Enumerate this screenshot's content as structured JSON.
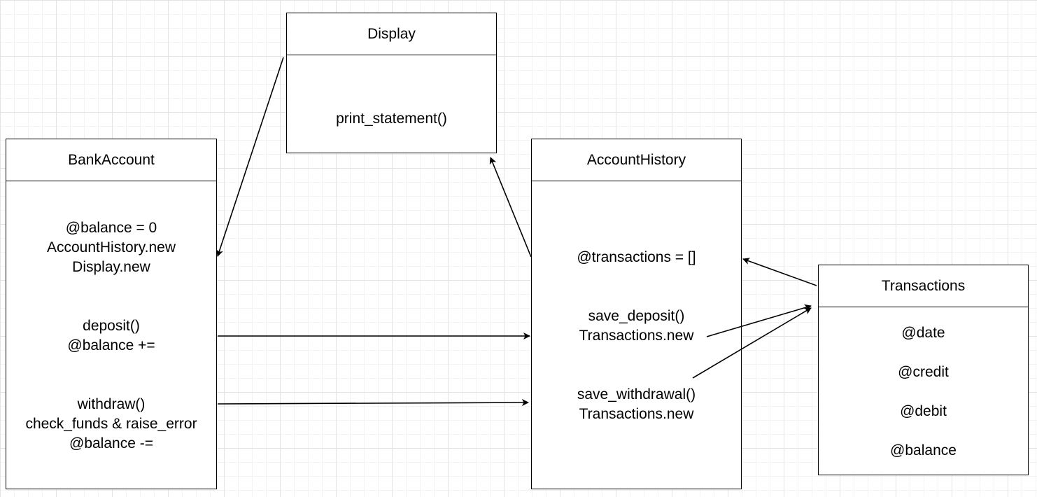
{
  "classes": {
    "display": {
      "title": "Display",
      "lines": [
        "print_statement()"
      ]
    },
    "bank_account": {
      "title": "BankAccount",
      "lines": [
        "@balance = 0",
        "AccountHistory.new",
        "Display.new",
        "deposit()",
        "@balance +=",
        "withdraw()",
        "check_funds & raise_error",
        "@balance -="
      ]
    },
    "account_history": {
      "title": "AccountHistory",
      "lines": [
        "@transactions = []",
        "save_deposit()",
        "Transactions.new",
        "save_withdrawal()",
        "Transactions.new"
      ]
    },
    "transactions": {
      "title": "Transactions",
      "lines": [
        "@date",
        "@credit",
        "@debit",
        "@balance"
      ]
    }
  },
  "edges": [
    {
      "from": "display",
      "to": "bank_account"
    },
    {
      "from": "account_history",
      "to": "display"
    },
    {
      "from": "bank_account",
      "to": "account_history",
      "via": "deposit()"
    },
    {
      "from": "bank_account",
      "to": "account_history",
      "via": "withdraw()"
    },
    {
      "from": "transactions",
      "to": "account_history"
    },
    {
      "from": "account_history",
      "to": "transactions",
      "via": "save_deposit()"
    },
    {
      "from": "account_history",
      "to": "transactions",
      "via": "save_withdrawal()"
    }
  ]
}
